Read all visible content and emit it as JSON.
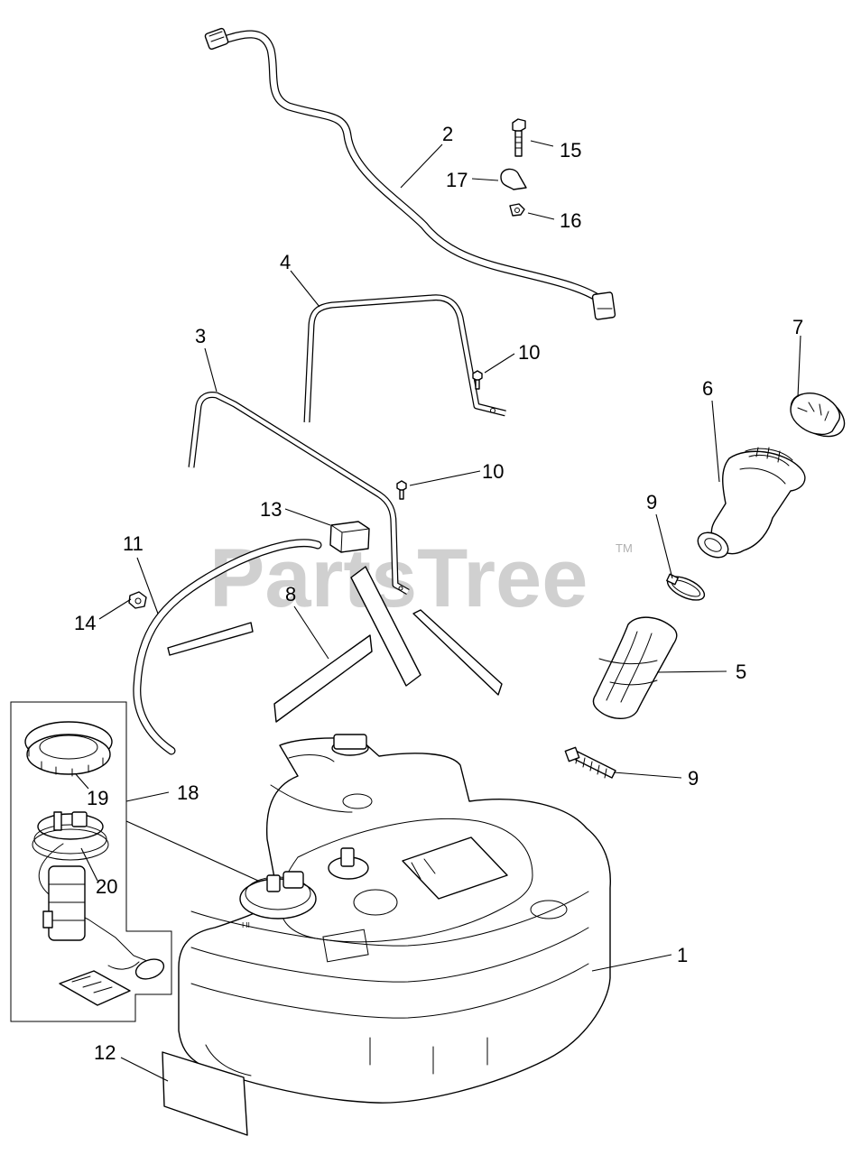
{
  "watermark": {
    "text": "PartsTree",
    "trademark": "TM"
  },
  "callouts": [
    {
      "number": "1",
      "part": "fuel-tank"
    },
    {
      "number": "2",
      "part": "vent-hose"
    },
    {
      "number": "3",
      "part": "tank-strap-front"
    },
    {
      "number": "4",
      "part": "tank-strap-rear"
    },
    {
      "number": "5",
      "part": "filler-hose"
    },
    {
      "number": "6",
      "part": "filler-neck"
    },
    {
      "number": "7",
      "part": "fuel-cap"
    },
    {
      "number": "8",
      "part": "foam-pads"
    },
    {
      "number": "9",
      "part": "hose-clamp-upper"
    },
    {
      "number": "9",
      "part": "hose-clamp-lower"
    },
    {
      "number": "10",
      "part": "bolt-upper"
    },
    {
      "number": "10",
      "part": "bolt-lower"
    },
    {
      "number": "11",
      "part": "fuel-line"
    },
    {
      "number": "12",
      "part": "decal"
    },
    {
      "number": "13",
      "part": "foam-block"
    },
    {
      "number": "14",
      "part": "line-clip"
    },
    {
      "number": "15",
      "part": "screw"
    },
    {
      "number": "16",
      "part": "nut"
    },
    {
      "number": "17",
      "part": "p-clamp"
    },
    {
      "number": "18",
      "part": "fuel-pump-assembly"
    },
    {
      "number": "19",
      "part": "lock-ring"
    },
    {
      "number": "20",
      "part": "pump-seal"
    }
  ]
}
